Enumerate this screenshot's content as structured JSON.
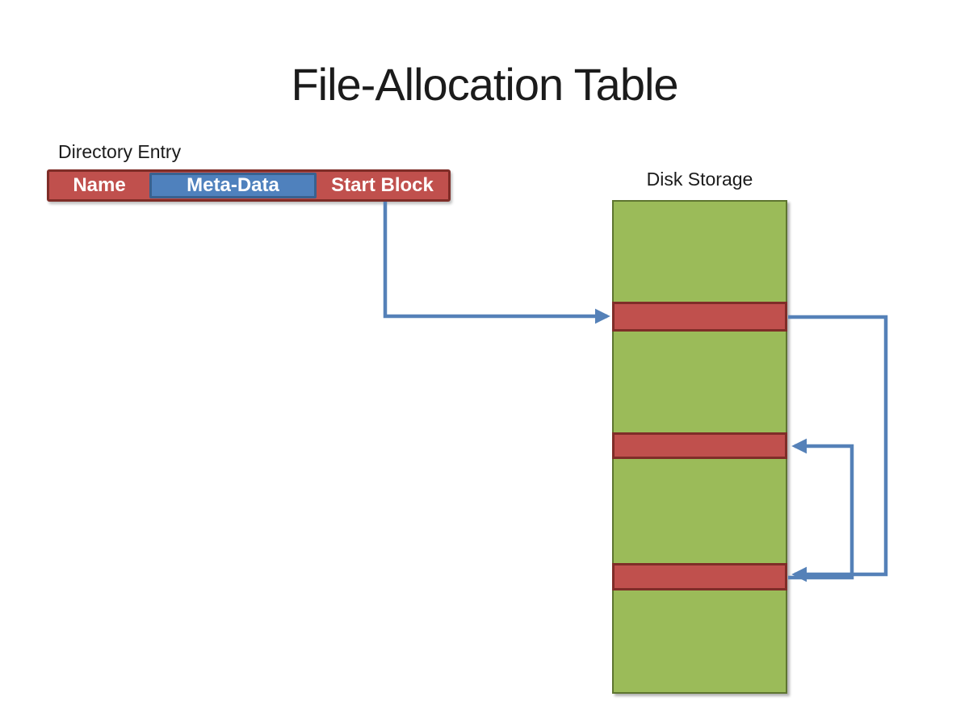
{
  "title": "File-Allocation Table",
  "directory_entry": {
    "label": "Directory Entry",
    "fields": [
      {
        "label": "Name",
        "color": "red"
      },
      {
        "label": "Meta-Data",
        "color": "blue"
      },
      {
        "label": "Start Block",
        "color": "red"
      }
    ]
  },
  "disk_storage": {
    "label": "Disk Storage",
    "segments_top_to_bottom": [
      "free",
      "allocated",
      "free",
      "allocated",
      "free",
      "allocated",
      "free"
    ]
  },
  "connections": [
    {
      "from": "start-block-field",
      "to": "disk-block-1"
    },
    {
      "from": "disk-block-1",
      "to": "disk-block-3"
    },
    {
      "from": "disk-block-3",
      "to": "disk-block-2"
    }
  ],
  "colors": {
    "red-fill": "#c0504d",
    "red-border": "#7f2d28",
    "blue-fill": "#4f81bd",
    "blue-border": "#39618f",
    "green-fill": "#9bbb59",
    "green-border": "#5e7530",
    "connector": "#5581b8",
    "text-dark": "#1b1b1b",
    "text-light": "#ffffff",
    "background": "#ffffff"
  }
}
